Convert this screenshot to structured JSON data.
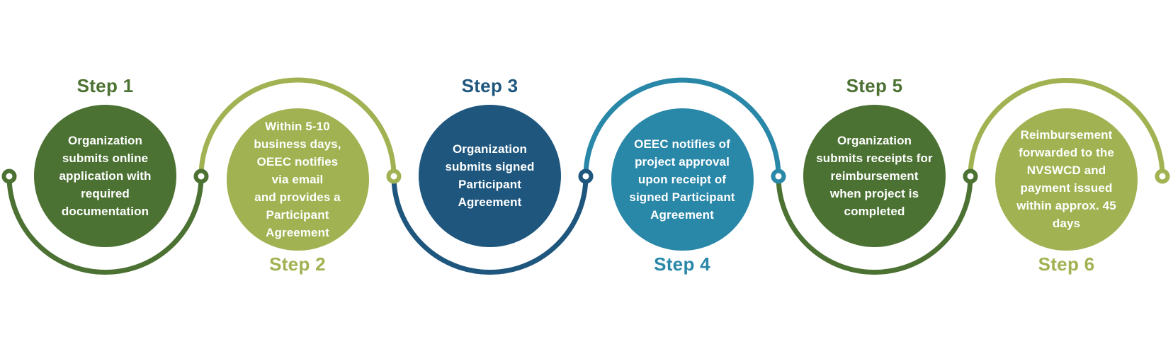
{
  "diagram": {
    "description": "Six-step reimbursement process flow",
    "text_color": "#ffffff",
    "steps": [
      {
        "label": "Step 1",
        "color": "#4c7233",
        "label_position": "top",
        "description_lines": [
          "Organization",
          "submits online",
          "application with",
          "required",
          "documentation"
        ]
      },
      {
        "label": "Step 2",
        "color": "#a0b251",
        "label_position": "bottom",
        "description_lines": [
          "Within 5-10",
          "business days,",
          "OEEC notifies",
          "via email",
          "and provides a",
          "Participant",
          "Agreement"
        ]
      },
      {
        "label": "Step 3",
        "color": "#1e567e",
        "label_position": "top",
        "description_lines": [
          "Organization",
          "submits signed",
          "Participant",
          "Agreement"
        ]
      },
      {
        "label": "Step 4",
        "color": "#2987a8",
        "label_position": "bottom",
        "description_lines": [
          "OEEC notifies of",
          "project approval",
          "upon receipt of",
          "signed Participant",
          "Agreement"
        ]
      },
      {
        "label": "Step 5",
        "color": "#4c7233",
        "label_position": "top",
        "description_lines": [
          "Organization",
          "submits receipts for",
          "reimbursement",
          "when project is",
          "completed"
        ]
      },
      {
        "label": "Step 6",
        "color": "#a0b251",
        "label_position": "bottom",
        "description_lines": [
          "Reimbursement",
          "forwarded to the",
          "NVSWCD and",
          "payment issued",
          "within approx. 45",
          "days"
        ]
      }
    ]
  }
}
